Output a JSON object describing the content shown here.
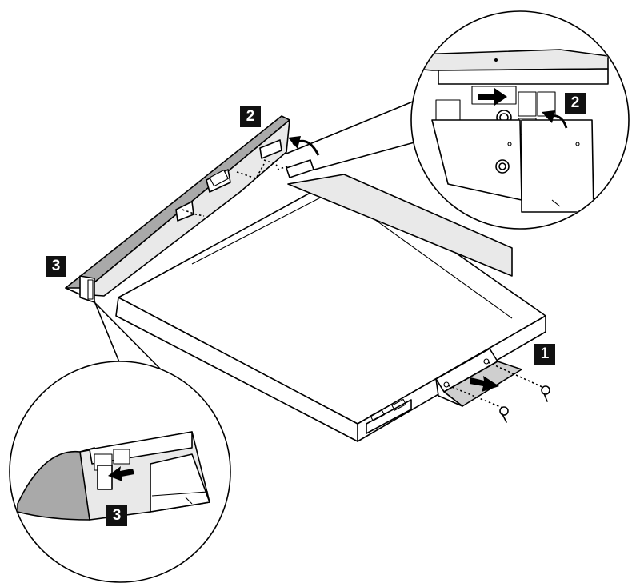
{
  "steps": {
    "step1": "1",
    "step2_main": "2",
    "step2_callout": "2",
    "step3_main": "3",
    "step3_callout": "3"
  },
  "colors": {
    "badge_bg": "#111111",
    "badge_fg": "#ffffff",
    "line": "#000000",
    "bezel_gray": "#a9a9a9"
  },
  "icons": [
    "arrow-right-icon",
    "arrow-curved-icon",
    "arrow-left-icon",
    "screw-icon"
  ]
}
